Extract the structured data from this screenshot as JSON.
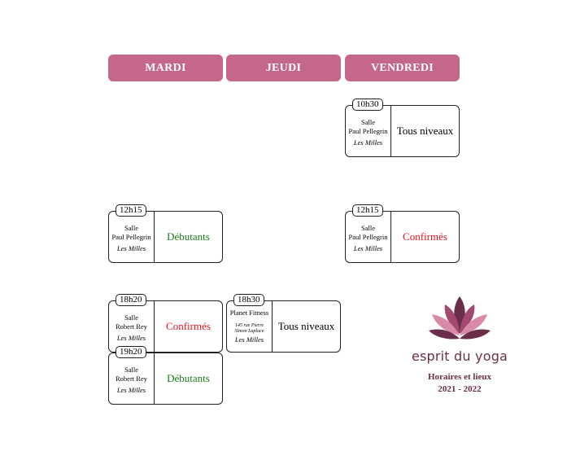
{
  "days": [
    "MARDI",
    "JEUDI",
    "VENDREDI"
  ],
  "sessions": {
    "vendredi_1030": {
      "time": "10h30",
      "place_line1": "Salle",
      "place_line2": "Paul Pellegrin",
      "city": "Les Milles",
      "level": "Tous niveaux",
      "level_color": "#000000"
    },
    "mardi_1215": {
      "time": "12h15",
      "place_line1": "Salle",
      "place_line2": "Paul Pellegrin",
      "city": "Les Milles",
      "level": "Débutants",
      "level_color": "#1a7a1a"
    },
    "vendredi_1215": {
      "time": "12h15",
      "place_line1": "Salle",
      "place_line2": "Paul Pellegrin",
      "city": "Les Milles",
      "level": "Confirmés",
      "level_color": "#e0141e"
    },
    "mardi_1820": {
      "time": "18h20",
      "place_line1": "Salle",
      "place_line2": "Robert Rey",
      "city": "Les Milles",
      "level": "Confirmés",
      "level_color": "#e0141e"
    },
    "jeudi_1830": {
      "time": "18h30",
      "place_line1": "Planet Fitness",
      "address": "145 rue Pierre Simon Laplace",
      "city": "Les Milles",
      "level": "Tous niveaux",
      "level_color": "#000000"
    },
    "mardi_1920": {
      "time": "19h20",
      "place_line1": "Salle",
      "place_line2": "Robert Rey",
      "city": "Les Milles",
      "level": "Débutants",
      "level_color": "#1a7a1a"
    }
  },
  "brand": {
    "name": "esprit du yoga",
    "subtitle": "Horaires et lieux",
    "season": "2021 - 2022",
    "logo_icon": "lotus-icon"
  },
  "colors": {
    "accent": "#c4678a",
    "brand": "#6b2e4a",
    "lotus_dark": "#6b2e4a",
    "lotus_mid": "#a3496f",
    "lotus_light": "#d98aa8"
  }
}
